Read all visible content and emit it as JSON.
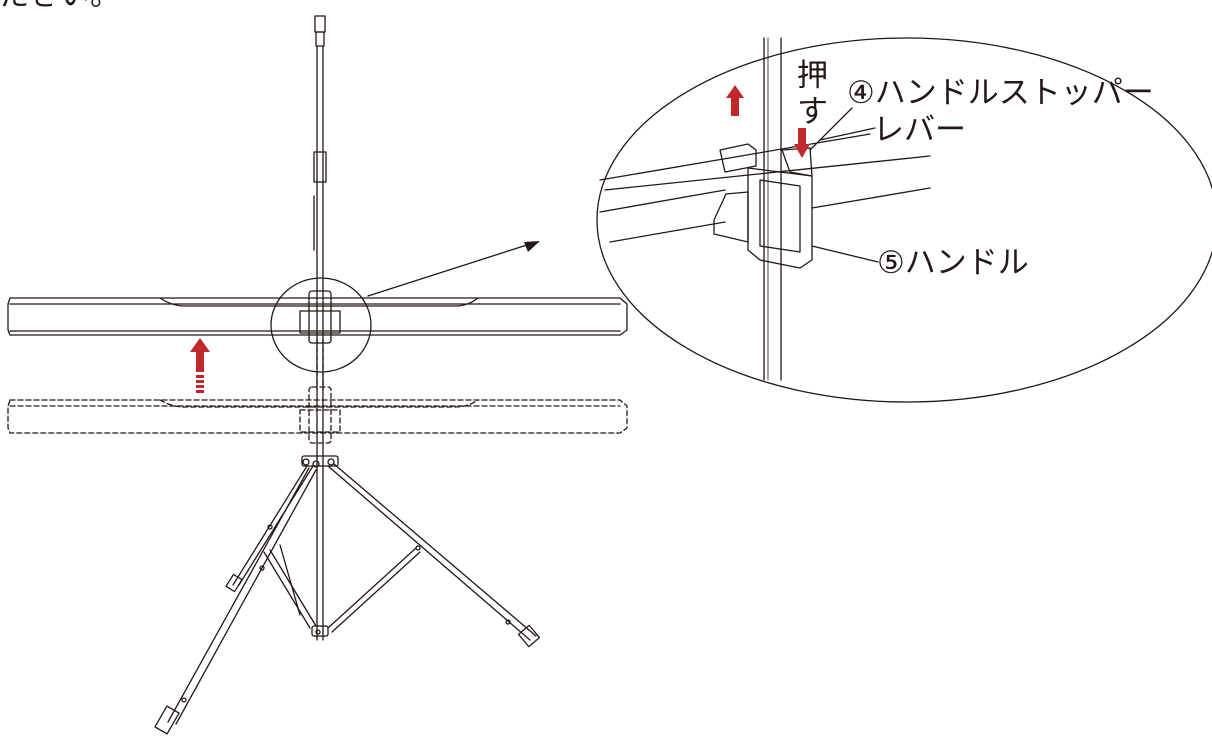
{
  "header": {
    "partial_text": "だきい。"
  },
  "callout": {
    "push_char_1": "押",
    "push_char_2": "す",
    "stopper_label": "④ハンドルストッパー",
    "lever_label": "レバー",
    "handle_label": "⑤ハンドル"
  },
  "colors": {
    "line": "#231815",
    "arrow": "#c1272d"
  }
}
